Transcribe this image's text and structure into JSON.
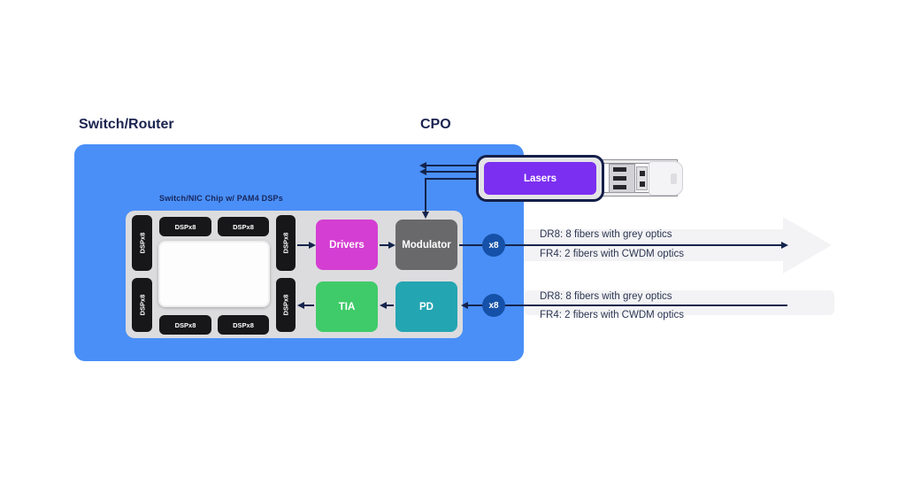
{
  "diagram": {
    "title_left": "Switch/Router",
    "title_right": "CPO",
    "chip_label": "Switch/NIC Chip w/ PAM4 DSPs",
    "dsp_block_label": "DSPx8",
    "blocks": {
      "drivers": "Drivers",
      "modulator": "Modulator",
      "tia": "TIA",
      "pd": "PD"
    },
    "laser_label": "Lasers",
    "fanout_badge": "x8",
    "tx_path": {
      "dr8": "DR8: 8 fibers with grey optics",
      "fr4": "FR4: 2 fibers with CWDM optics"
    },
    "rx_path": {
      "dr8": "DR8: 8 fibers with grey optics",
      "fr4": "FR4: 2 fibers with CWDM optics"
    },
    "colors": {
      "switch_box": "#4a8ff7",
      "chip_substrate": "#dcdcde",
      "dsp_block": "#17171a",
      "drivers": "#d43ed2",
      "modulator": "#69696b",
      "tia": "#3fcb69",
      "pd": "#24a5b2",
      "laser": "#7b2ff0",
      "badge": "#1551a8",
      "line": "#14244d",
      "band": "#f3f3f5",
      "title_text": "#1b2350"
    }
  }
}
